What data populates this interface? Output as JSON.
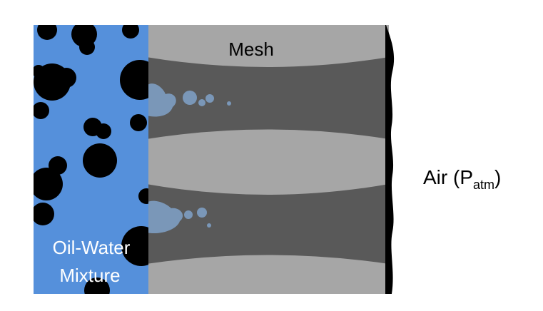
{
  "diagram": {
    "mesh_label": "Mesh",
    "mixture_label_line1": "Oil-Water",
    "mixture_label_line2": "Mixture",
    "air_label_main": "Air (P",
    "air_label_sub": "atm",
    "air_label_close": ")"
  },
  "colors": {
    "water": "#5590db",
    "oil": "#000000",
    "mesh": "#a6a6a6",
    "pore": "#595959",
    "water_in_pore": "#7a97b8",
    "boundary": "#000000",
    "text_dark": "#000000",
    "text_light": "#ffffff"
  }
}
